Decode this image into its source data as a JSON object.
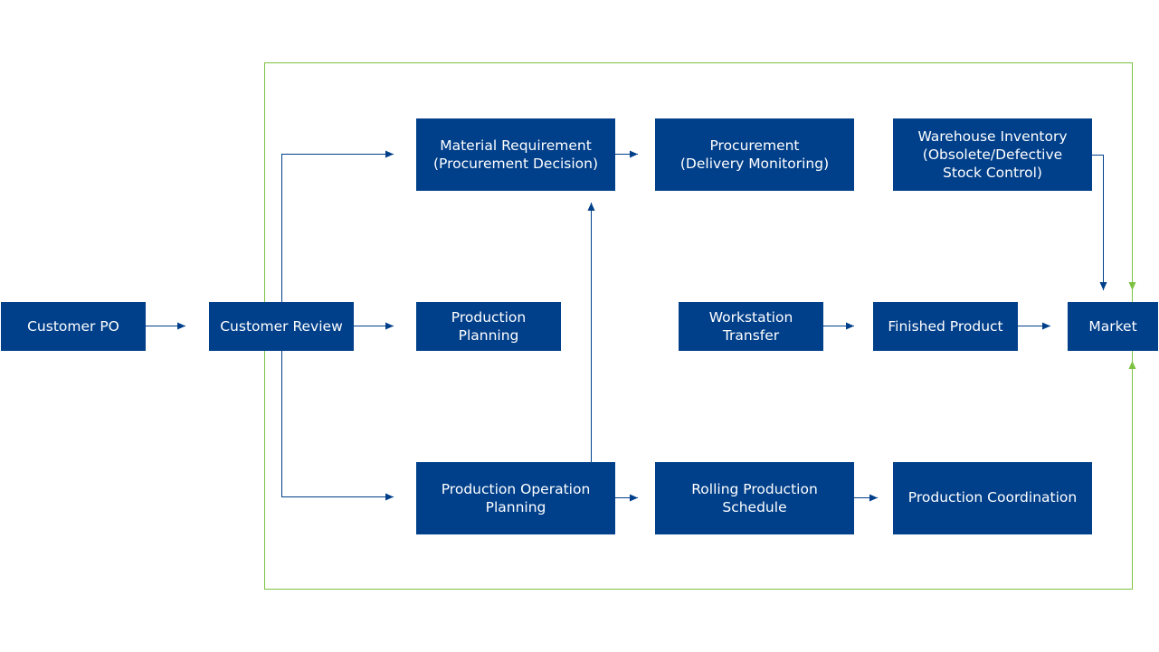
{
  "colors": {
    "box_fill": "#003f8a",
    "box_text": "#ffffff",
    "arrow": "#003f8a",
    "frame": "#7cc242"
  },
  "nodes": {
    "customer_po": "Customer PO",
    "customer_review": "Customer Review",
    "material_requirement": "Material Requirement\n(Procurement Decision)",
    "procurement": "Procurement\n(Delivery Monitoring)",
    "warehouse_inventory": "Warehouse Inventory\n(Obsolete/Defective\nStock Control)",
    "production_planning": "Production\nPlanning",
    "workstation_transfer": "Workstation\nTransfer",
    "finished_product": "Finished Product",
    "market": "Market",
    "production_operation_planning": "Production Operation\nPlanning",
    "rolling_production_schedule": "Rolling Production\nSchedule",
    "production_coordination": "Production Coordination"
  }
}
